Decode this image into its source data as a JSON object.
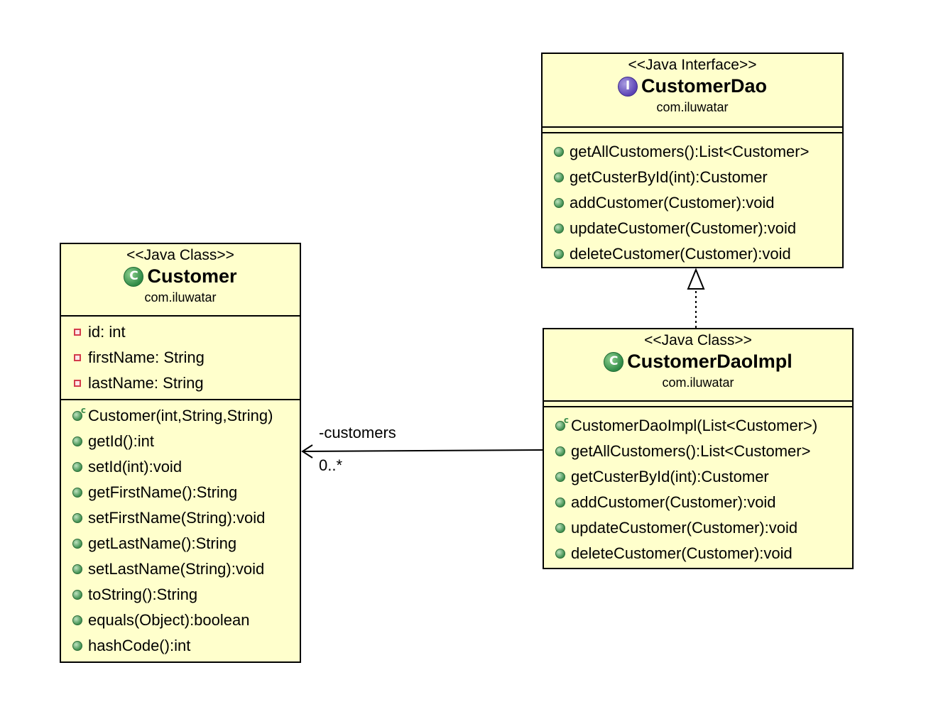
{
  "customer_dao": {
    "stereotype": "<<Java Interface>>",
    "kind_icon": "interface-icon",
    "kind_letter": "I",
    "name": "CustomerDao",
    "package": "com.iluwatar",
    "methods": [
      "getAllCustomers():List<Customer>",
      "getCusterById(int):Customer",
      "addCustomer(Customer):void",
      "updateCustomer(Customer):void",
      "deleteCustomer(Customer):void"
    ]
  },
  "customer": {
    "stereotype": "<<Java Class>>",
    "kind_icon": "class-icon",
    "kind_letter": "C",
    "name": "Customer",
    "package": "com.iluwatar",
    "attributes": [
      "id: int",
      "firstName: String",
      "lastName: String"
    ],
    "constructor": "Customer(int,String,String)",
    "methods": [
      "getId():int",
      "setId(int):void",
      "getFirstName():String",
      "setFirstName(String):void",
      "getLastName():String",
      "setLastName(String):void",
      "toString():String",
      "equals(Object):boolean",
      "hashCode():int"
    ]
  },
  "customer_dao_impl": {
    "stereotype": "<<Java Class>>",
    "kind_icon": "class-icon",
    "kind_letter": "C",
    "name": "CustomerDaoImpl",
    "package": "com.iluwatar",
    "constructor": "CustomerDaoImpl(List<Customer>)",
    "methods": [
      "getAllCustomers():List<Customer>",
      "getCusterById(int):Customer",
      "addCustomer(Customer):void",
      "updateCustomer(Customer):void",
      "deleteCustomer(Customer):void"
    ]
  },
  "association": {
    "role": "-customers",
    "multiplicity": "0..*"
  },
  "colors": {
    "box_fill": "#ffffcc",
    "line": "#000000",
    "public_method": "#3f8f4f",
    "private_field": "#d33c4c",
    "interface_icon": "#5b43b5"
  }
}
